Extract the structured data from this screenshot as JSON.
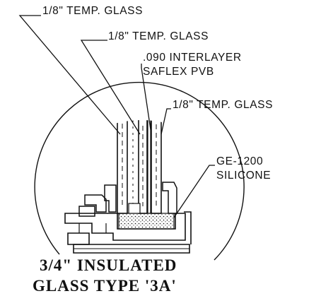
{
  "labels": {
    "glass_outer": "1/8\" TEMP. GLASS",
    "glass_middle": "1/8\" TEMP. GLASS",
    "interlayer_line1": ".090 INTERLAYER",
    "interlayer_line2": "SAFLEX PVB",
    "glass_inner": "1/8\" TEMP. GLASS",
    "sealant_line1": "GE-1200",
    "sealant_line2": "SILICONE"
  },
  "caption": {
    "line1": "3/4\" INSULATED",
    "line2": "GLASS TYPE '3A'"
  },
  "colors": {
    "ink": "#111111",
    "paper": "#ffffff"
  }
}
